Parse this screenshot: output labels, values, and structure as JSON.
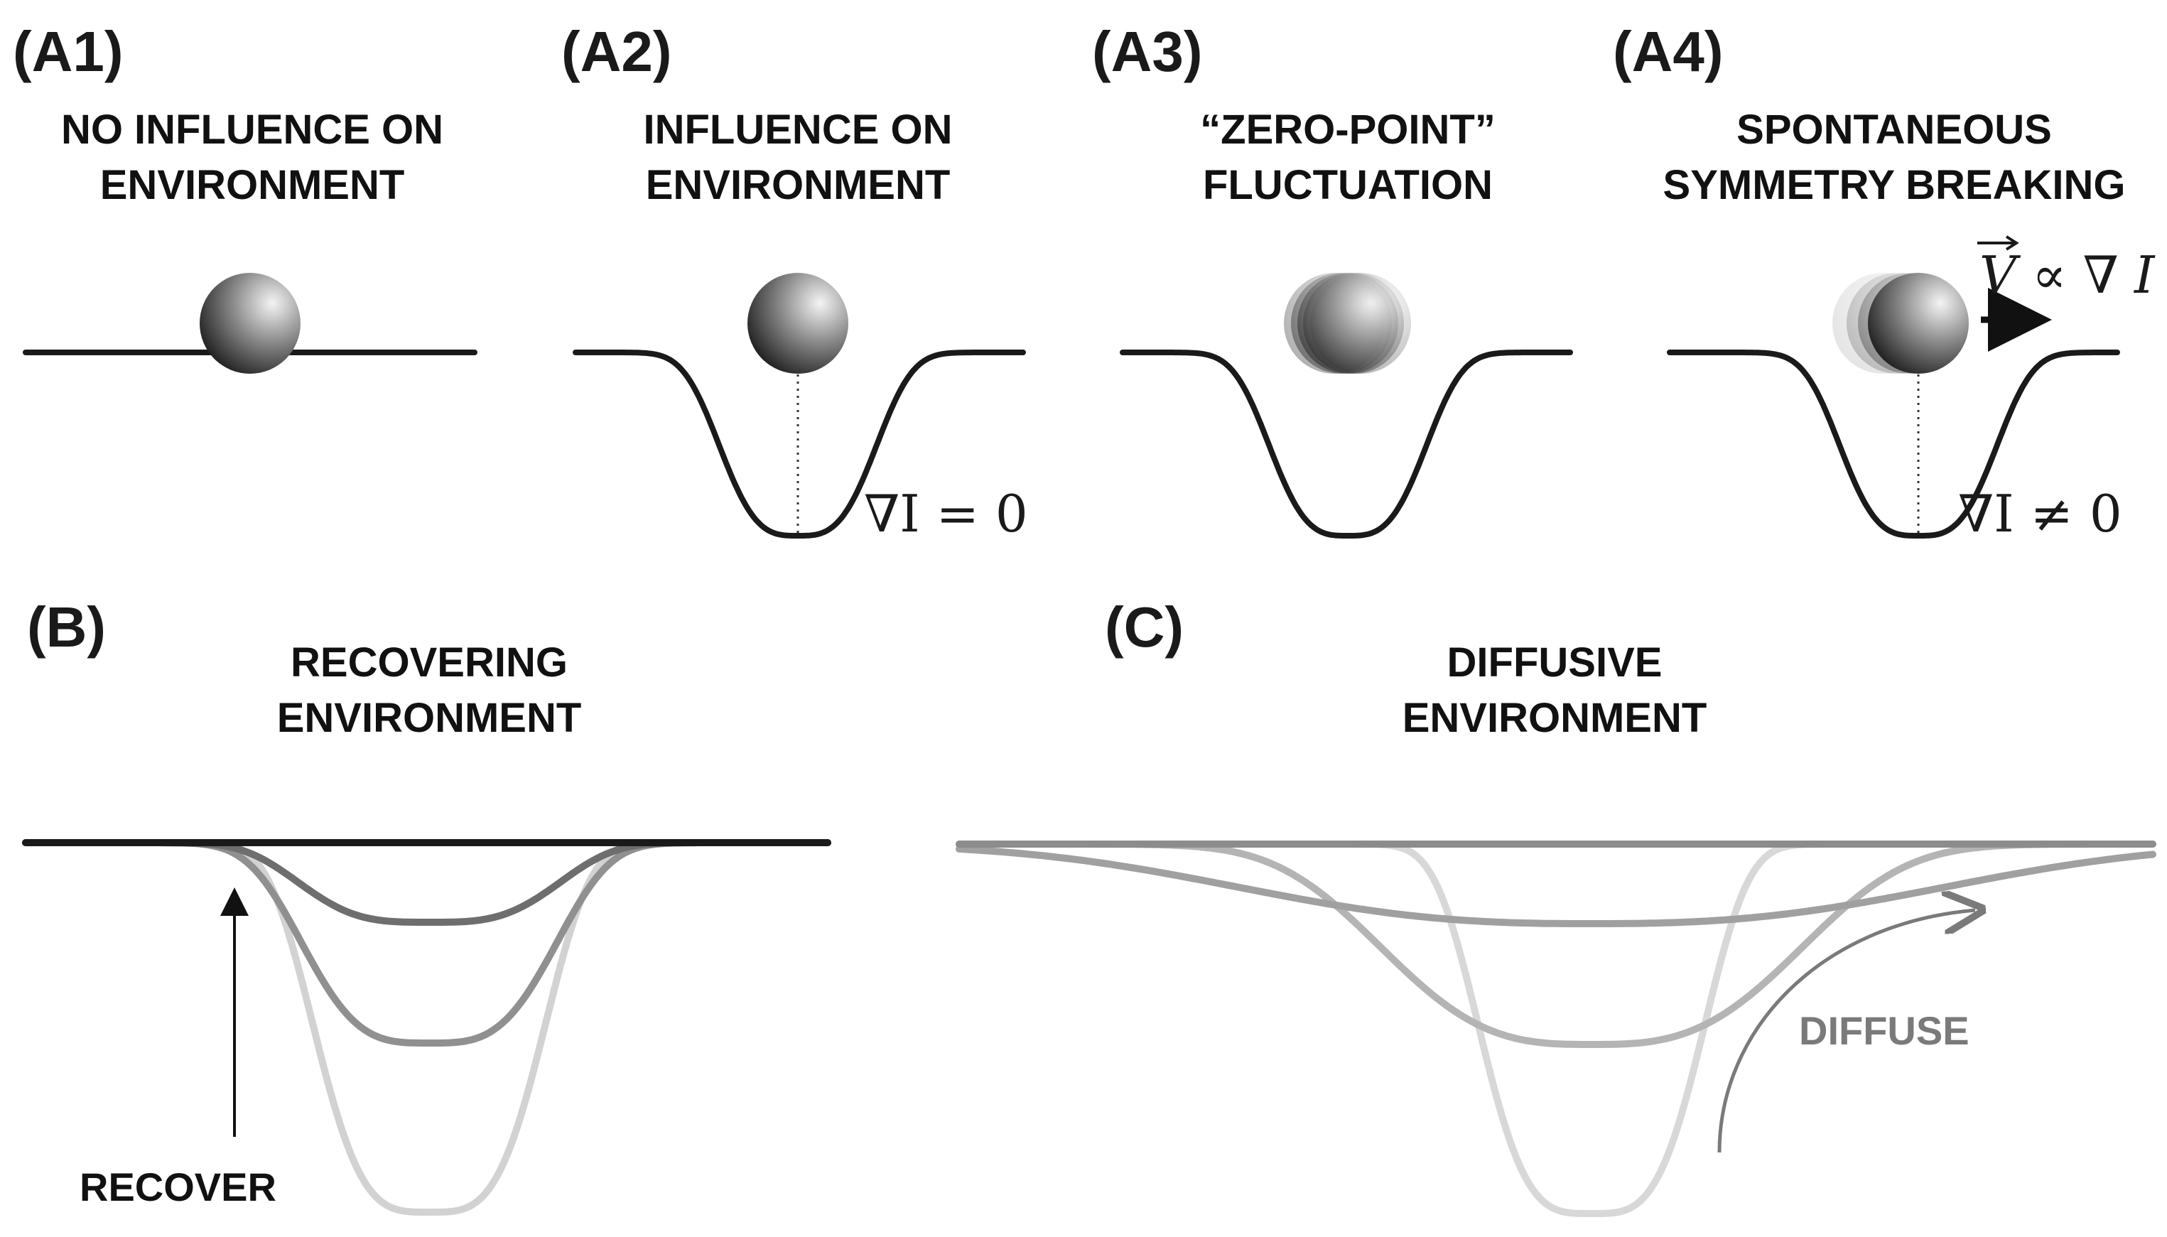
{
  "panels": {
    "a1": {
      "label": "(A1)",
      "title": [
        "NO INFLUENCE ON",
        "ENVIRONMENT"
      ]
    },
    "a2": {
      "label": "(A2)",
      "title": [
        "INFLUENCE ON",
        "ENVIRONMENT"
      ],
      "equation": "∇I = 0"
    },
    "a3": {
      "label": "(A3)",
      "title": [
        "“ZERO-POINT”",
        "FLUCTUATION"
      ]
    },
    "a4": {
      "label": "(A4)",
      "title": [
        "SPONTANEOUS",
        "SYMMETRY BREAKING"
      ],
      "equation": "∇I ≠ 0",
      "velocity_relation": {
        "vector": "V",
        "symbol": "∝ ∇",
        "variable": "I"
      }
    },
    "b": {
      "label": "(B)",
      "title": [
        "RECOVERING",
        "ENVIRONMENT"
      ],
      "annotation": "RECOVER"
    },
    "c": {
      "label": "(C)",
      "title": [
        "DIFFUSIVE",
        "ENVIRONMENT"
      ],
      "annotation": "DIFFUSE"
    }
  },
  "colors": {
    "curve_dark": "#1a1a1a",
    "curve_mid": "#6e6e6e",
    "curve_gray": "#909090",
    "curve_light": "#d2d2d2",
    "ball_light": "#f4f4f4",
    "ball_dark": "#141414",
    "annotation_gray": "#7a7a7a"
  }
}
